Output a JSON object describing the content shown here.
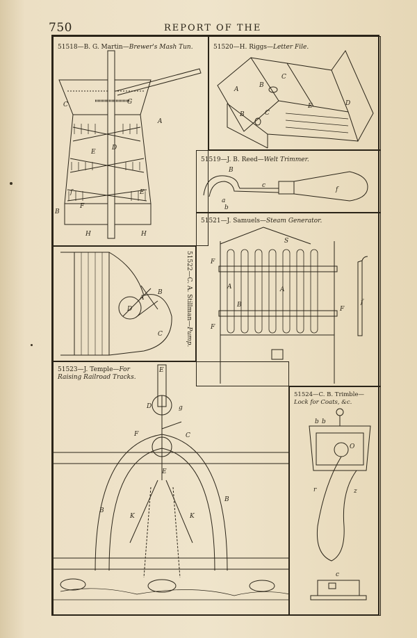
{
  "page": {
    "number": "750",
    "running_head": "REPORT OF THE"
  },
  "figures": [
    {
      "id": "51518",
      "caption_plain": "51518—B. G. Martin—",
      "caption_italic": "Brewer's Mash Tun."
    },
    {
      "id": "51520",
      "caption_plain": "51520—H. Riggs—",
      "caption_italic": "Letter File."
    },
    {
      "id": "51519",
      "caption_plain": "51519—J. B. Reed—",
      "caption_italic": "Welt Trimmer."
    },
    {
      "id": "51521",
      "caption_plain": "51521—J. Samuels—",
      "caption_italic": "Steam Generator."
    },
    {
      "id": "51522",
      "caption_plain": "51522—C. A. Stillman—",
      "caption_italic": "Pump."
    },
    {
      "id": "51523",
      "caption_plain": "51523—J. Temple—",
      "caption_italic": "For",
      "caption_line2": "Raising Railroad Tracks."
    },
    {
      "id": "51524",
      "caption_plain": "51524—C. B. Trimble—",
      "caption_italic": "Lock for Coats, &c."
    }
  ],
  "labels": {
    "mash_tun": [
      "C",
      "G",
      "A",
      "E",
      "D",
      "F",
      "B",
      "f",
      "E",
      "H",
      "H"
    ],
    "letter_file": [
      "A",
      "B",
      "C",
      "D",
      "E",
      "B",
      "C"
    ],
    "welt_trimmer": [
      "B",
      "c",
      "f",
      "a",
      "b"
    ],
    "steam_generator": [
      "S",
      "F",
      "A",
      "A",
      "B",
      "F",
      "F",
      "f"
    ],
    "pump": [
      "B",
      "A",
      "D",
      "C"
    ],
    "rail_jack": [
      "E",
      "D",
      "g",
      "F",
      "C",
      "E",
      "B",
      "B",
      "K",
      "K"
    ],
    "coat_lock": [
      "b",
      "b",
      "O",
      "r",
      "z",
      "c"
    ]
  }
}
